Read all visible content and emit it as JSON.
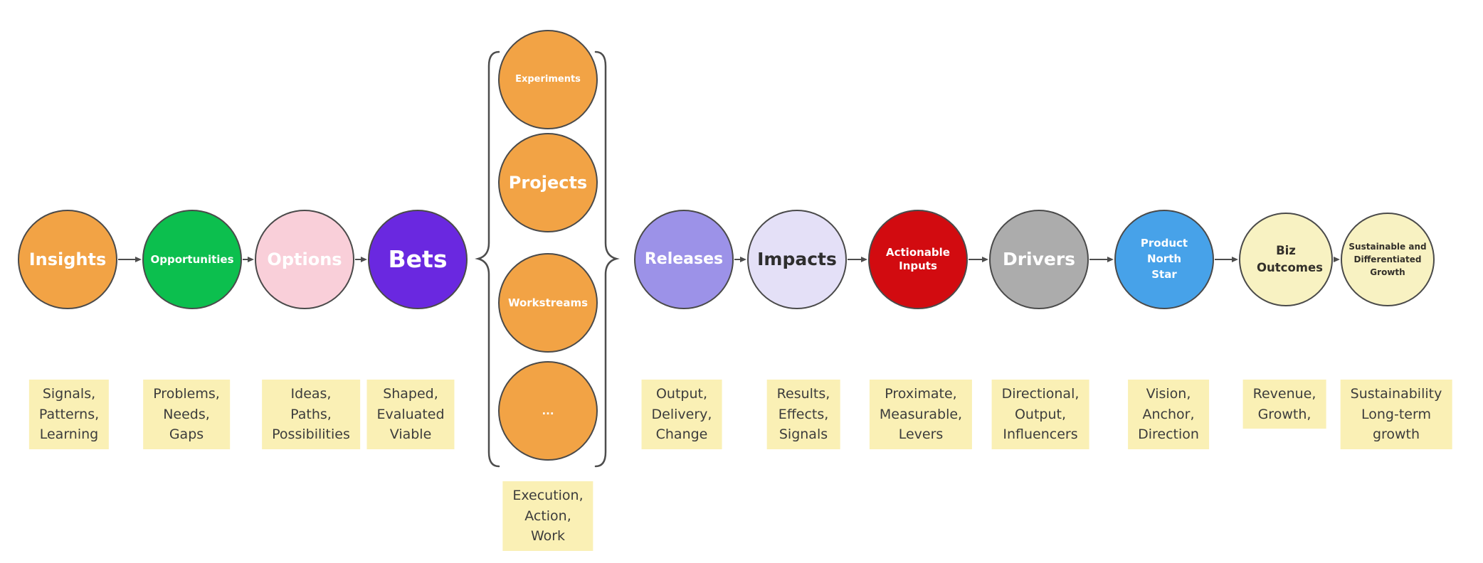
{
  "nodes": [
    {
      "id": "insights",
      "label": "Insights",
      "fill": "#F2A345",
      "text_color": "#FFFFFF"
    },
    {
      "id": "opportunities",
      "label": "Opportunities",
      "fill": "#0CBF4E",
      "text_color": "#FFFFFF"
    },
    {
      "id": "options",
      "label": "Options",
      "fill": "#F9CFD9",
      "text_color": "#FFFFFF"
    },
    {
      "id": "bets",
      "label": "Bets",
      "fill": "#6A28E0",
      "text_color": "#FFFFFF"
    },
    {
      "id": "experiments",
      "label": "Experiments",
      "fill": "#F2A345",
      "text_color": "#FFFFFF"
    },
    {
      "id": "projects",
      "label": "Projects",
      "fill": "#F2A345",
      "text_color": "#FFFFFF"
    },
    {
      "id": "workstreams",
      "label": "Workstreams",
      "fill": "#F2A345",
      "text_color": "#FFFFFF"
    },
    {
      "id": "more",
      "label": "...",
      "fill": "#F2A345",
      "text_color": "#FFFFFF"
    },
    {
      "id": "releases",
      "label": "Releases",
      "fill": "#9C92E8",
      "text_color": "#FFFFFF"
    },
    {
      "id": "impacts",
      "label": "Impacts",
      "fill": "#E4E0F7",
      "text_color": "#2E2E2E"
    },
    {
      "id": "actionable-inputs",
      "label": "Actionable Inputs",
      "fill": "#D20B10",
      "text_color": "#FFFFFF"
    },
    {
      "id": "drivers",
      "label": "Drivers",
      "fill": "#ACACAC",
      "text_color": "#FFFFFF"
    },
    {
      "id": "product-north-star",
      "label": "Product\nNorth Star",
      "fill": "#47A2E9",
      "text_color": "#FFFFFF"
    },
    {
      "id": "biz-outcomes",
      "label": "Biz\nOutcomes",
      "fill": "#F8F2C2",
      "text_color": "#33302A"
    },
    {
      "id": "sustainable-growth",
      "label": "Sustainable and\nDifferentiated\nGrowth",
      "fill": "#F8F2C2",
      "text_color": "#33302A"
    }
  ],
  "notes": [
    {
      "id": "insights-note",
      "text": "Signals,\nPatterns,\nLearning"
    },
    {
      "id": "opportunities-note",
      "text": "Problems,\nNeeds,\nGaps"
    },
    {
      "id": "options-note",
      "text": "Ideas,\nPaths,\nPossibilities"
    },
    {
      "id": "bets-note",
      "text": "Shaped,\nEvaluated\nViable"
    },
    {
      "id": "execution-note",
      "text": "Execution,\nAction,\nWork"
    },
    {
      "id": "releases-note",
      "text": "Output,\nDelivery,\nChange"
    },
    {
      "id": "impacts-note",
      "text": "Results,\nEffects,\nSignals"
    },
    {
      "id": "actionable-note",
      "text": "Proximate,\nMeasurable,\nLevers"
    },
    {
      "id": "drivers-note",
      "text": "Directional,\nOutput,\nInfluencers"
    },
    {
      "id": "northstar-note",
      "text": "Vision,\nAnchor,\nDirection"
    },
    {
      "id": "bizoutcomes-note",
      "text": "Revenue,\nGrowth,"
    },
    {
      "id": "sustainable-note",
      "text": "Sustainability\nLong-term\ngrowth"
    }
  ],
  "colors": {
    "node_border": "#4A4A4A",
    "arrow": "#4D4D4D",
    "brace": "#4D4D4D",
    "note_bg": "#FAF0B5",
    "note_text": "#3C3C3C",
    "background": "#FFFFFF"
  }
}
